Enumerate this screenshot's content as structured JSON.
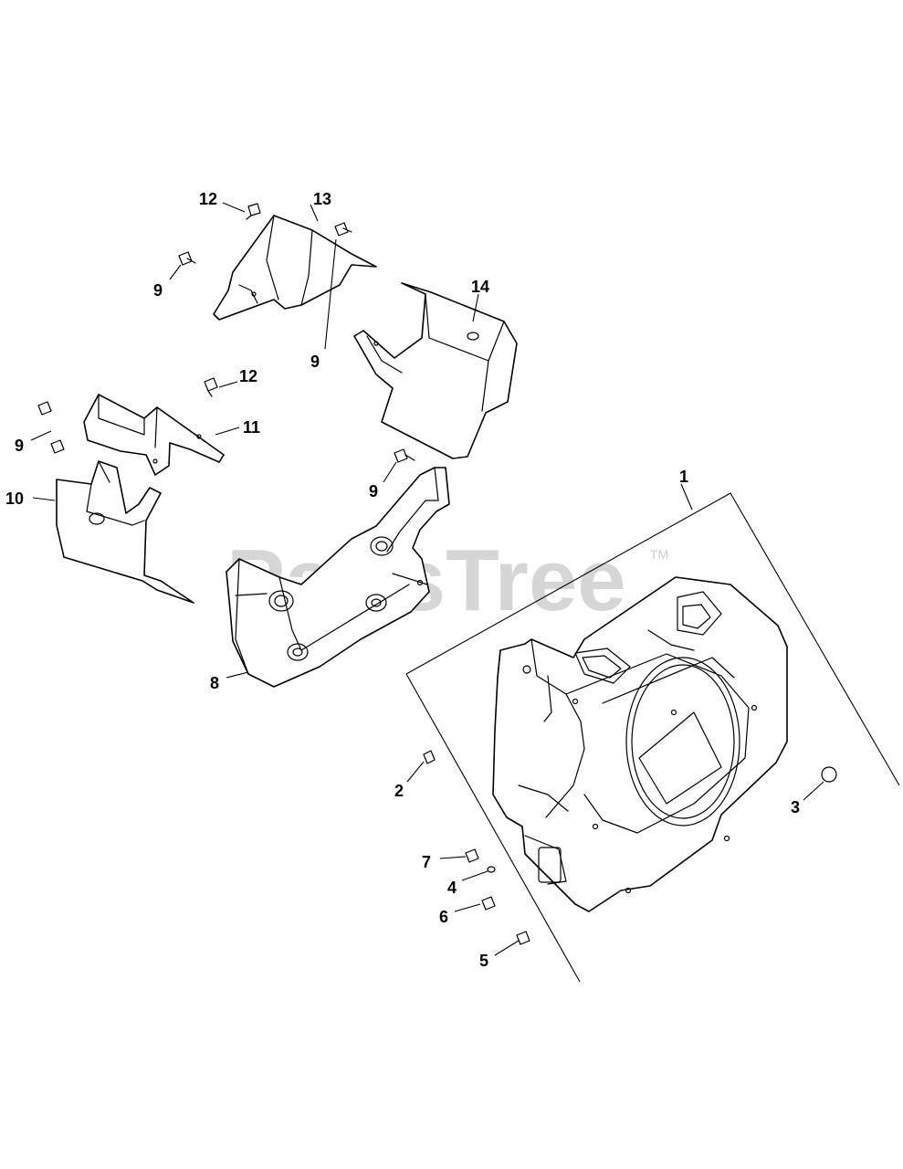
{
  "watermark": {
    "text": "PartsTree",
    "trademark": "TM",
    "color": "#c9c9c9"
  },
  "callouts": {
    "c1": "1",
    "c2": "2",
    "c3": "3",
    "c4": "4",
    "c5": "5",
    "c6": "6",
    "c7": "7",
    "c8": "8",
    "c9a": "9",
    "c9b": "9",
    "c9c": "9",
    "c9d": "9",
    "c10": "10",
    "c11": "11",
    "c12a": "12",
    "c12b": "12",
    "c13": "13",
    "c14": "14"
  }
}
